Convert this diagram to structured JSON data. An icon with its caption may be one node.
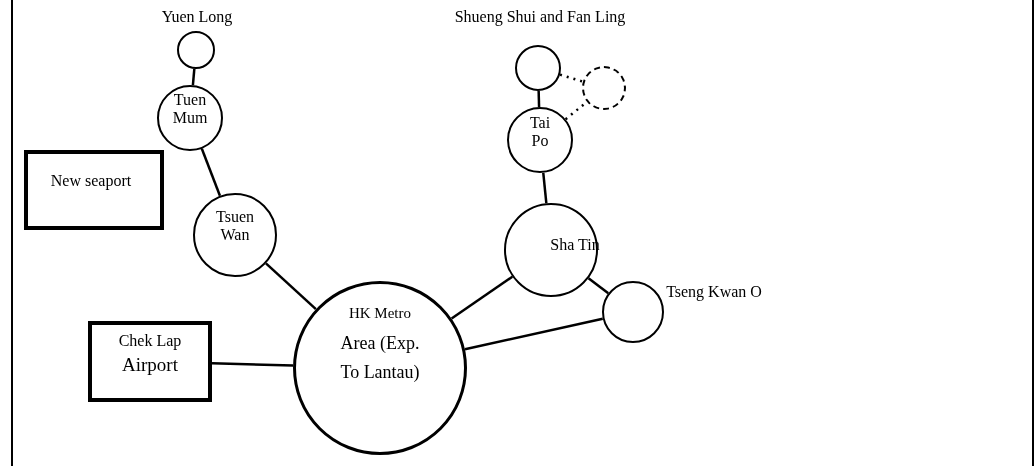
{
  "diagram": {
    "nodes": [
      {
        "text": [
          "Yuen Long"
        ]
      },
      {
        "text": [
          "Tuen Mum"
        ]
      },
      {
        "text": [
          "New seaport"
        ]
      },
      {
        "text": [
          "Tsuen Wan"
        ]
      },
      {
        "text": [
          "Shueng Shui and Fan Ling"
        ]
      },
      {
        "text": [],
        "shape": "circle"
      },
      {
        "text": [
          "Tai Po"
        ]
      },
      {
        "text": [
          "Sha Tin"
        ]
      },
      {
        "text": [
          "Tseng Kwan O"
        ]
      },
      {
        "text": [
          "HK Metro",
          "Area (Exp. To Lantau)"
        ]
      },
      {
        "text": [
          "Chek Lap",
          "Airport"
        ]
      }
    ],
    "edges": [
      {
        "from": 0,
        "to": 1,
        "arrow": "none"
      },
      {
        "from": 1,
        "to": 3,
        "arrow": "none"
      },
      {
        "from": 3,
        "to": 9,
        "arrow": "none"
      },
      {
        "from": 4,
        "to": 6,
        "arrow": "none"
      },
      {
        "from": 4,
        "to": 5,
        "arrow": "none",
        "style": "dashed"
      },
      {
        "from": 6,
        "to": 5,
        "arrow": "none",
        "style": "dashed"
      },
      {
        "from": 6,
        "to": 7,
        "arrow": "none"
      },
      {
        "from": 7,
        "to": 9,
        "arrow": "none"
      },
      {
        "from": 7,
        "to": 8,
        "arrow": "none"
      },
      {
        "from": 8,
        "to": 9,
        "arrow": "none"
      },
      {
        "from": 10,
        "to": 9,
        "arrow": "none"
      }
    ]
  }
}
